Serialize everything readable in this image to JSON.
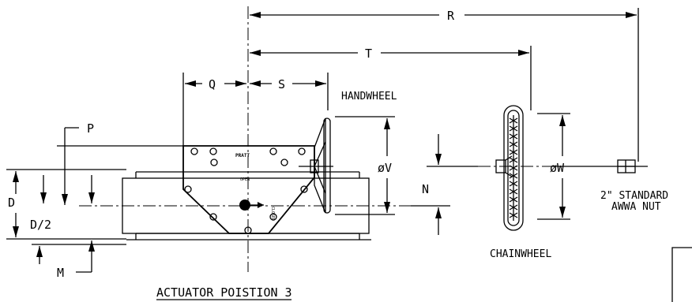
{
  "dimensions": {
    "R": "R",
    "T": "T",
    "Q": "Q",
    "S": "S",
    "P": "P",
    "D": "D",
    "D_half": "D/2",
    "M": "M",
    "N": "N",
    "V": "øV",
    "W": "øW"
  },
  "labels": {
    "handwheel": "HANDWHEEL",
    "chainwheel": "CHAINWHEEL",
    "nut_line1": "2\" STANDARD",
    "nut_line2": "AWWA NUT",
    "brand": "PRATT",
    "open": "OPEN",
    "closed": "CLOSED"
  },
  "title": "ACTUATOR POISTION 3"
}
